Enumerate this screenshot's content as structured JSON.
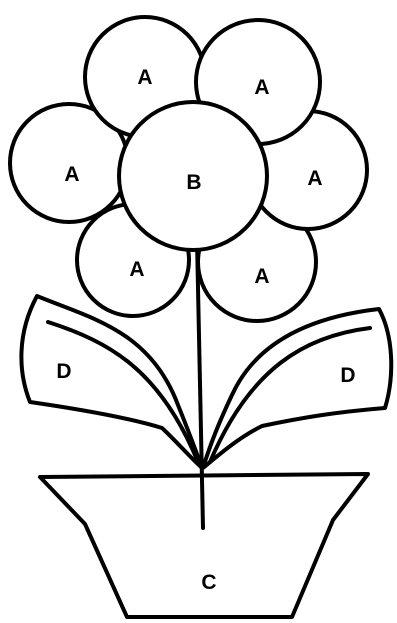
{
  "labels": {
    "petal": "A",
    "center": "B",
    "pot": "C",
    "leaf": "D"
  },
  "colors": {
    "stroke": "#000000",
    "fill": "#ffffff"
  }
}
